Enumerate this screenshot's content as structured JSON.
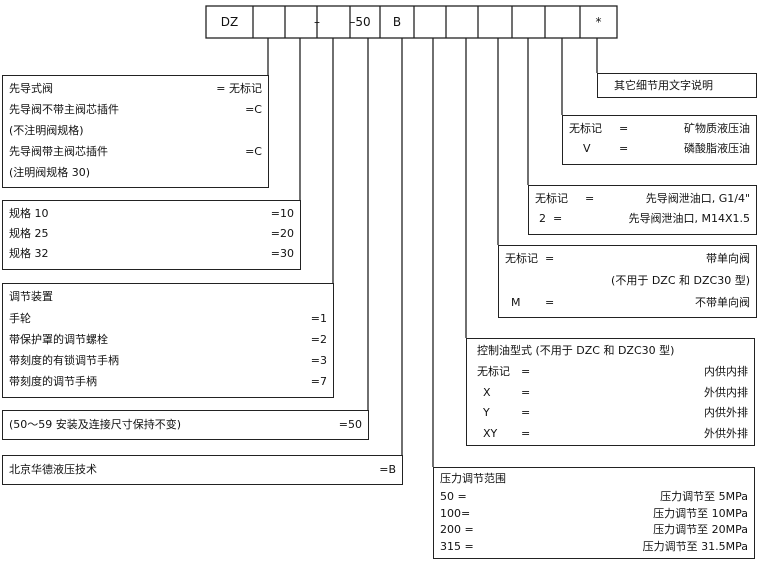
{
  "code_cells": [
    "DZ",
    "",
    "",
    "–",
    "–50",
    "B",
    "",
    "",
    "",
    "",
    "",
    "*"
  ],
  "box_pilot": {
    "rows": [
      {
        "label": "先导式阀",
        "code": "= 无标记"
      },
      {
        "label": "先导阀不带主阀芯插件",
        "code": "=C"
      },
      {
        "label": "(不注明阀规格)",
        "code": ""
      },
      {
        "label": "先导阀带主阀芯插件",
        "code": "=C"
      },
      {
        "label": "(注明阀规格 30)",
        "code": ""
      }
    ]
  },
  "box_size": {
    "rows": [
      {
        "label": "规格 10",
        "code": "=10"
      },
      {
        "label": "规格 25",
        "code": "=20"
      },
      {
        "label": "规格 32",
        "code": "=30"
      }
    ]
  },
  "box_adjust": {
    "title": "调节装置",
    "rows": [
      {
        "label": "手轮",
        "code": "=1"
      },
      {
        "label": "带保护罩的调节螺栓",
        "code": "=2"
      },
      {
        "label": "带刻度的有锁调节手柄",
        "code": "=3"
      },
      {
        "label": "带刻度的调节手柄",
        "code": "=7"
      }
    ]
  },
  "box_series": {
    "label": "(50～59 安装及连接尺寸保持不变)",
    "code": "=50"
  },
  "box_maker": {
    "label": "北京华德液压技术",
    "code": "=B"
  },
  "box_other": {
    "label": "其它细节用文字说明"
  },
  "box_fluid": {
    "rows": [
      {
        "code": "无标记",
        "eq": "=",
        "desc": "矿物质液压油"
      },
      {
        "code": "V",
        "eq": "=",
        "desc": "磷酸脂液压油"
      }
    ]
  },
  "box_drain": {
    "rows": [
      {
        "code": "无标记",
        "eq": "=",
        "desc": "先导阀泄油口, G1/4\""
      },
      {
        "code": "2",
        "eq": "=",
        "desc": "先导阀泄油口, M14X1.5"
      }
    ]
  },
  "box_check": {
    "rows": [
      {
        "code": "无标记",
        "eq": "=",
        "desc": "带单向阀"
      },
      {
        "code": "",
        "eq": "",
        "desc": "(不用于 DZC 和 DZC30 型)"
      },
      {
        "code": "M",
        "eq": "=",
        "desc": "不带单向阀"
      }
    ]
  },
  "box_control": {
    "title": "控制油型式 (不用于 DZC 和 DZC30 型)",
    "rows": [
      {
        "code": "无标记",
        "eq": "=",
        "desc": "内供内排"
      },
      {
        "code": "X",
        "eq": "=",
        "desc": "外供内排"
      },
      {
        "code": "Y",
        "eq": "=",
        "desc": "内供外排"
      },
      {
        "code": "XY",
        "eq": "=",
        "desc": "外供外排"
      }
    ]
  },
  "box_pressure": {
    "title": "压力调节范围",
    "rows": [
      {
        "code": "50 =",
        "desc": "压力调节至 5MPa"
      },
      {
        "code": "100=",
        "desc": "压力调节至 10MPa"
      },
      {
        "code": "200 =",
        "desc": "压力调节至 20MPa"
      },
      {
        "code": "315 =",
        "desc": "压力调节至 31.5MPa"
      }
    ]
  }
}
